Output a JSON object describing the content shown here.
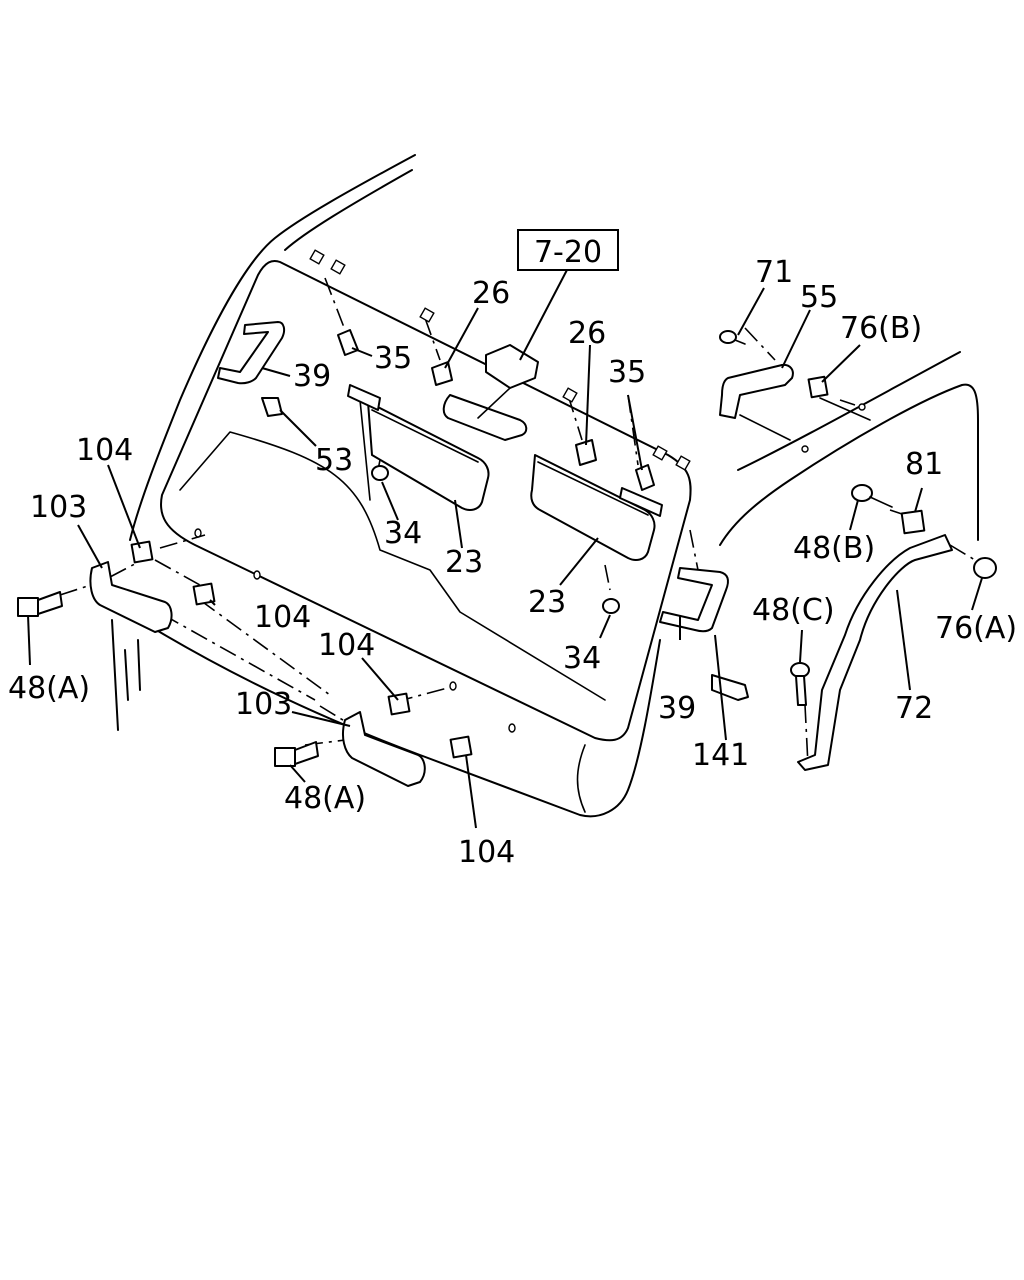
{
  "diagram": {
    "reference_box": "7-20",
    "callouts": {
      "c71": "71",
      "c55": "55",
      "c76b": "76(B)",
      "c26_left": "26",
      "c26_right": "26",
      "c35_left": "35",
      "c35_right": "35",
      "c39_left": "39",
      "c39_right": "39",
      "c53": "53",
      "c34_left": "34",
      "c34_right": "34",
      "c23_left": "23",
      "c23_right": "23",
      "c104_top_left": "104",
      "c104_mid_left": "104",
      "c104_center": "104",
      "c104_bottom": "104",
      "c103_left": "103",
      "c103_center": "103",
      "c48a_left": "48(A)",
      "c48a_center": "48(A)",
      "c48b": "48(B)",
      "c48c": "48(C)",
      "c81": "81",
      "c76a": "76(A)",
      "c72": "72",
      "c141": "141"
    }
  }
}
